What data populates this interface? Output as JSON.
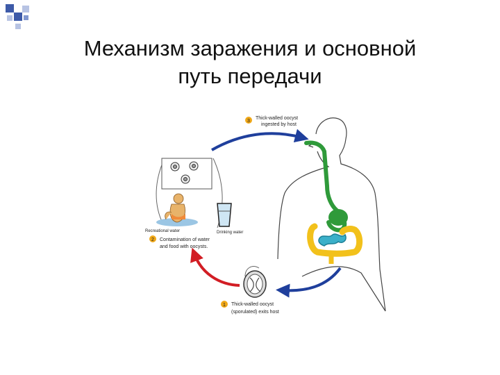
{
  "slide": {
    "title_line1": "Механизм заражения и основной",
    "title_line2": "путь передачи"
  },
  "diagram": {
    "step3": {
      "number": "3",
      "line1": "Thick-walled oocyst",
      "line2": "ingested by host"
    },
    "step2": {
      "number": "2",
      "line1": "Contamination of water",
      "line2": "and food with oocysts."
    },
    "step1": {
      "number": "1",
      "line1": "Thick-walled oocyst",
      "line2": "(sporulated) exits host"
    },
    "recreational_water_label": "Recreational water",
    "drinking_water_label": "Drinking water"
  },
  "colors": {
    "arrow_blue": "#1f3f9c",
    "arrow_red": "#d21d24",
    "digestive_green": "#2f9a3a",
    "intestine_yellow": "#f2c11b",
    "intestine_blue": "#3bb0c9",
    "step_badge": "#f0a818",
    "corner_blue": "#3d5aa8"
  }
}
